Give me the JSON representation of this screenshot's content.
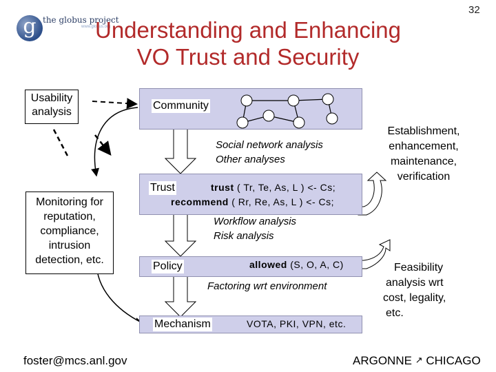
{
  "header": {
    "logo_letter": "g",
    "logo_text": "the globus project",
    "logo_sub": "www.globus.org",
    "title_line1": "Understanding and Enhancing",
    "title_line2": "VO Trust and Security",
    "slide_number": "32"
  },
  "left": {
    "usability": [
      "Usability",
      "analysis"
    ],
    "monitoring": [
      "Monitoring for",
      "reputation,",
      "compliance,",
      "intrusion",
      "detection, etc."
    ]
  },
  "center": {
    "community": "Community",
    "social": [
      "Social network analysis",
      "Other analyses"
    ],
    "trust": "Trust",
    "trust_formula1_key": "trust",
    "trust_formula1_rest": " ( Tr, Te, As, L  ) <- Cs;",
    "trust_formula2_key": "recommend",
    "trust_formula2_rest": " ( Rr, Re, As, L ) <- Cs;",
    "workflow": [
      "Workflow analysis",
      "Risk analysis"
    ],
    "policy": "Policy",
    "allowed_key": "allowed",
    "allowed_rest": " (S, O, A, C)",
    "factoring": "Factoring wrt environment",
    "mechanism": "Mechanism",
    "mechanism_list": "VOTA, PKI, VPN, etc."
  },
  "right": {
    "establishment": [
      "Establishment,",
      "enhancement,",
      "maintenance,",
      "verification"
    ],
    "feasibility": [
      "Feasibility",
      "analysis wrt",
      "cost, legality,",
      "etc."
    ]
  },
  "footer": {
    "email": "foster@mcs.anl.gov",
    "brand_left": "ARGONNE",
    "brand_right": "CHICAGO"
  },
  "colors": {
    "title": "#b22a2a",
    "panel": "#cfcfea",
    "panel_border": "#9090b0",
    "logo": "#2d4f8a"
  }
}
